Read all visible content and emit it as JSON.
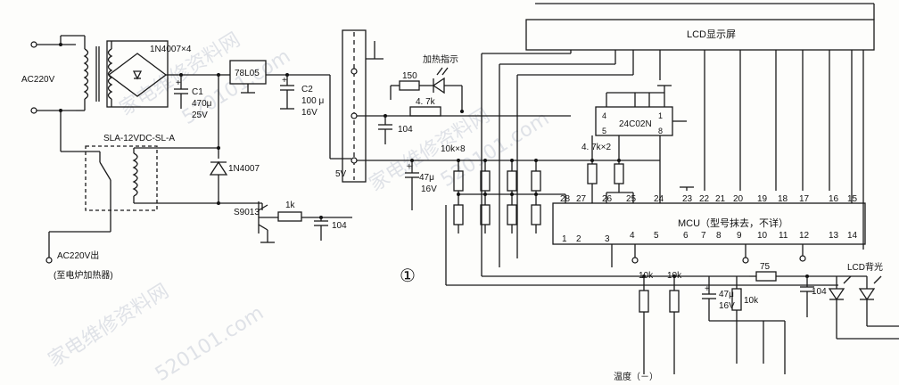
{
  "diagram": {
    "mains": {
      "ac_in": "AC220V",
      "ac_out": "AC220V出",
      "to_heater": "(至电炉加热器)"
    },
    "bridge": {
      "label": "1N4007×4"
    },
    "c1": {
      "name": "C1",
      "value": "470μ",
      "voltage": "25V"
    },
    "regulator": {
      "label": "78L05"
    },
    "c2": {
      "name": "C2",
      "value": "100 μ",
      "voltage": "16V"
    },
    "relay": {
      "label": "SLA-12VDC-SL-A"
    },
    "diode": {
      "label": "1N4007"
    },
    "transistor": {
      "label": "S9013"
    },
    "r_base": {
      "label": "1k"
    },
    "c_base": {
      "label": "104"
    },
    "rail": {
      "label": "5V"
    },
    "heat_led": {
      "label": "加热指示",
      "resistor": "150"
    },
    "r47k": {
      "label": "4. 7k"
    },
    "c_104a": {
      "label": "104"
    },
    "c_47u": {
      "value": "47μ",
      "voltage": "16V"
    },
    "rnet": {
      "label": "10k×8"
    },
    "r47kx2": {
      "label": "4. 7k×2"
    },
    "eeprom": {
      "label": "24C02N",
      "pins": [
        "4",
        "1",
        "5",
        "8"
      ]
    },
    "lcd": {
      "label": "LCD显示屏"
    },
    "mcu": {
      "label": "MCU（型号抹去，不详）",
      "top_pins": [
        "28",
        "27",
        "26",
        "25",
        "24",
        "23",
        "22",
        "21",
        "20",
        "19",
        "18",
        "17",
        "16",
        "15"
      ],
      "bottom_pins": [
        "1",
        "2",
        "3",
        "4",
        "5",
        "6",
        "7",
        "8",
        "9",
        "10",
        "11",
        "12",
        "13",
        "14"
      ]
    },
    "lower": {
      "r1": "10k",
      "r2": "10k",
      "c_47u": "47μ",
      "c_47u_v": "16V",
      "r3": "10k",
      "r75": "75",
      "c104": "104",
      "backlight": "LCD背光",
      "temp": "温度（－）"
    },
    "circle_label": "①",
    "watermarks": [
      "家电维修资料网",
      "家电维修资料网",
      "家电维修资料网",
      "520101.com",
      "520101.com",
      "520101.com"
    ]
  }
}
